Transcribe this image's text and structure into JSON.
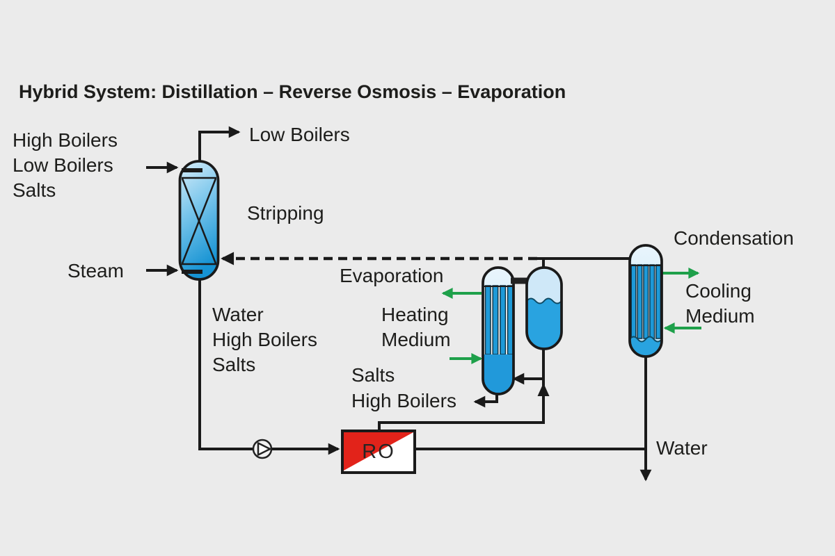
{
  "title": "Hybrid System: Distillation – Reverse Osmosis – Evaporation",
  "colors": {
    "background": "#ebebeb",
    "line_black": "#1a1a1a",
    "arrow_green": "#1ea04a",
    "ro_red": "#e2231a",
    "vessel_blue_tube": "#1e9ad8",
    "vessel_blue_liquid": "#29a3e0",
    "vessel_blue_light": "#cfe8f8",
    "text": "#1d1d1b"
  },
  "stripping": {
    "feed": {
      "line1": "High Boilers",
      "line2": "Low Boilers",
      "line3": "Salts"
    },
    "steam_label": "Steam",
    "overhead_label": "Low Boilers",
    "column_label": "Stripping",
    "bottoms": {
      "line1": "Water",
      "line2": "High Boilers",
      "line3": "Salts"
    }
  },
  "evaporation": {
    "label": "Evaporation",
    "heating_medium": {
      "line1": "Heating",
      "line2": "Medium"
    },
    "blowdown": {
      "line1": "Salts",
      "line2": "High Boilers"
    }
  },
  "condensation": {
    "label": "Condensation",
    "cooling_medium": {
      "line1": "Cooling",
      "line2": "Medium"
    },
    "water_out_label": "Water"
  },
  "ro": {
    "label": "RO"
  }
}
